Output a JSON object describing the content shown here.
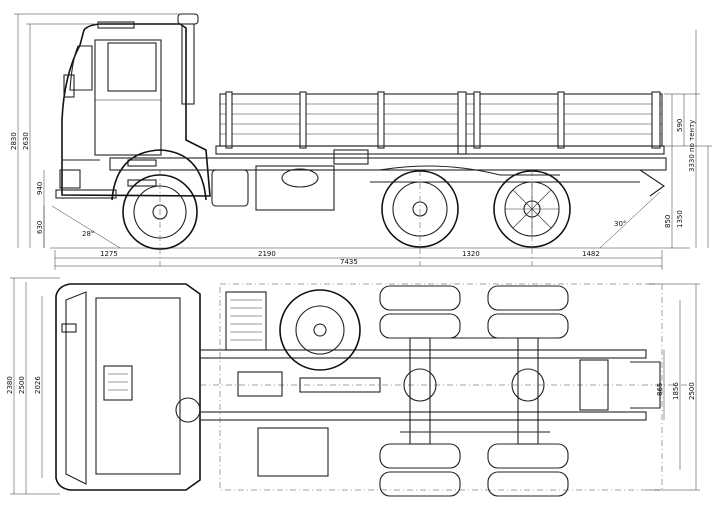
{
  "side_view": {
    "length_dims": {
      "front_overhang": "1275",
      "wheelbase_front": "2190",
      "wheelbase_rear": "1320",
      "rear_overhang": "1482",
      "overall": "7435"
    },
    "left_height_dims": {
      "cab_height": "2830",
      "cab_height_inner": "2630",
      "bumper_height": "940",
      "ground_clearance": "630"
    },
    "right_height_dims": {
      "platform_side": "590",
      "with_tent": "3330 по тенту",
      "platform_height": "1350",
      "frame_height": "850"
    },
    "angles": {
      "approach": "28°",
      "departure": "30°"
    }
  },
  "top_view": {
    "left_width_dims": {
      "overall_width": "2380",
      "track_front": "2500",
      "cab_width": "2026"
    },
    "right_width_dims": {
      "frame_width": "865",
      "track_rear": "1856",
      "body_width": "2500"
    }
  }
}
